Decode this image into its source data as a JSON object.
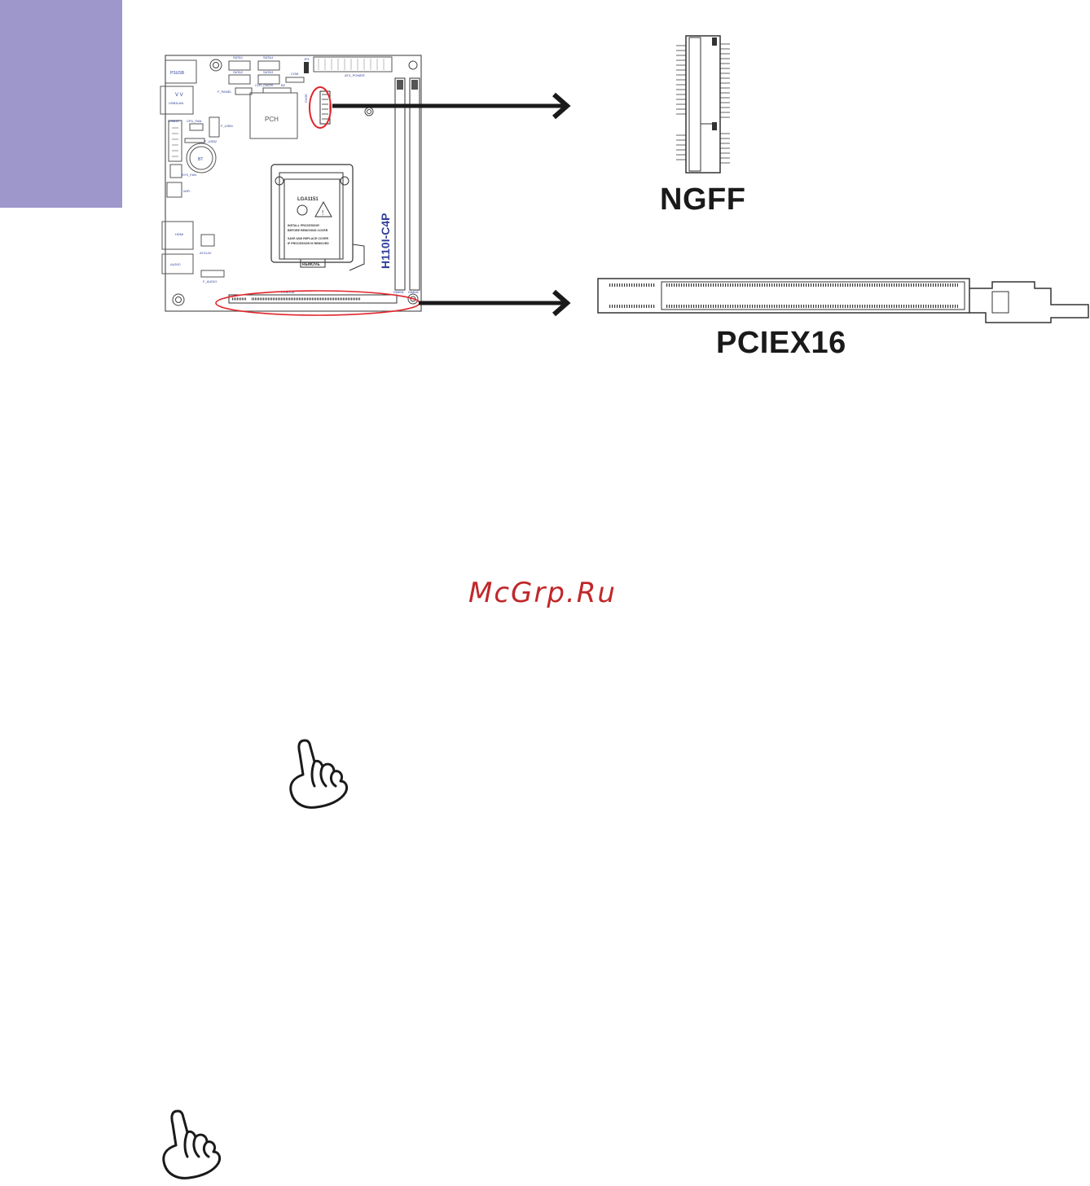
{
  "labels": {
    "ngff": "NGFF",
    "pciex16": "PCIEX16",
    "watermark": "McGrp.Ru"
  },
  "board": {
    "model": "H110I-C4P",
    "socket": "LGA1151",
    "chipset": "PCH",
    "connectors": {
      "sata1": "SATA1",
      "sata2": "SATA2",
      "sata3": "SATA3",
      "sata4": "SATA4",
      "atx_power": "ATX_POWER",
      "jp1": "JP1",
      "com": "COM",
      "f_panel": "F_PANEL",
      "clr_cmos": "CLR_CMOS",
      "bz": "BZ",
      "case": "CASE",
      "ps_usb": "PSUSB",
      "usb3_lan": "USB3LAN",
      "usb3f": "USB3F",
      "cpu_fan": "CPU_FAN",
      "f_usb1": "F_USB1",
      "f_usb2": "F_USB2",
      "bt": "BT",
      "sys_fan": "SYS_FAN",
      "wifi": "WIFI",
      "hdmi": "HDMI",
      "atx12v": "ATX12V",
      "audio": "AUDIO",
      "f_audio": "F_AUDIO",
      "pciex16": "PCIEX16",
      "dimm1": "DIMM1",
      "dimm2": "DIMM2",
      "remove": "REMOVE"
    },
    "socket_notes": [
      "INSTALL PROCESSOR",
      "BEFORE REMOVING COVER",
      "SAVE AND REPLACE COVER",
      "IF PROCESSOR IS REMOVED"
    ]
  },
  "colors": {
    "accent_bar": "#9d97cc",
    "board_text": "#2f3f9a",
    "highlight": "#e0262c",
    "watermark": "#c0282a",
    "line": "#1a1a1a"
  }
}
